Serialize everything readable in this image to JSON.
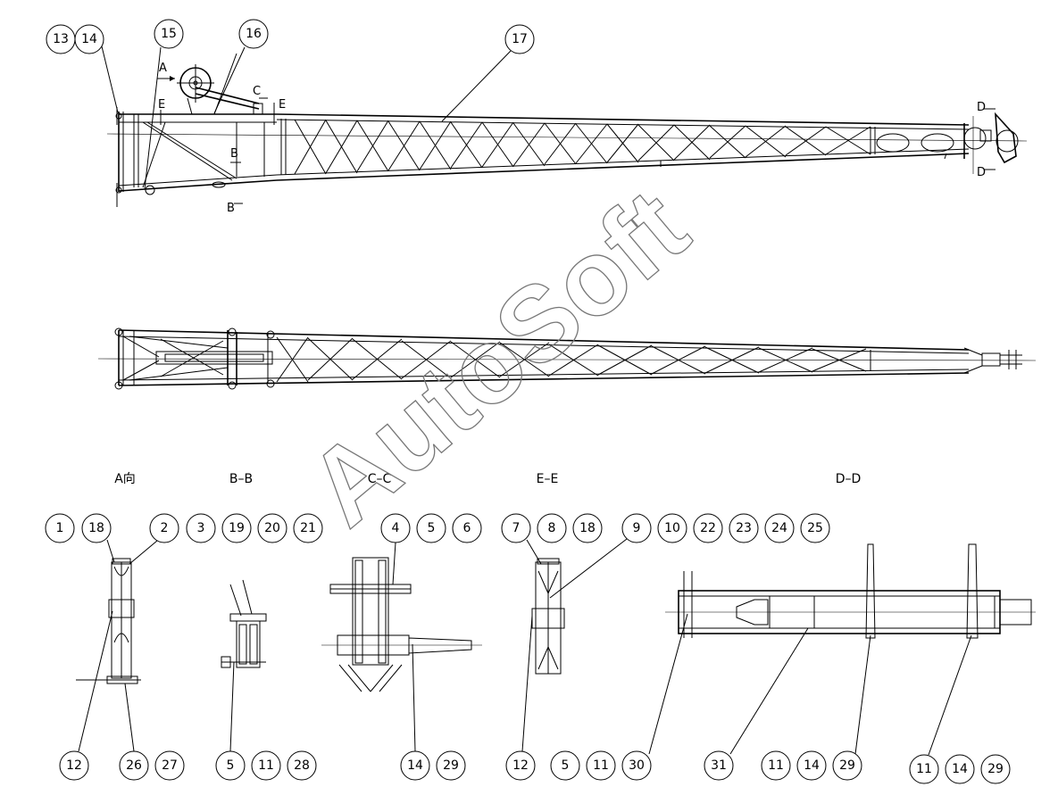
{
  "view_labels": {
    "view_a": "A",
    "section_b": "B",
    "section_c": "C",
    "section_e": "E",
    "section_d": "D"
  },
  "section_titles": {
    "a": "A向",
    "b": "B–B",
    "c": "C–C",
    "e": "E–E",
    "d": "D–D"
  },
  "watermark": "AutoSoft",
  "balloons_top": [
    "13",
    "14",
    "15",
    "16",
    "17"
  ],
  "balloons_row_upper": [
    "1",
    "18",
    "2",
    "3",
    "19",
    "20",
    "21",
    "4",
    "5",
    "6",
    "7",
    "8",
    "18",
    "9",
    "10",
    "22",
    "23",
    "24",
    "25"
  ],
  "balloons_row_lower": [
    "12",
    "26",
    "27",
    "5",
    "11",
    "28",
    "14",
    "29",
    "12",
    "5",
    "11",
    "30",
    "31",
    "11",
    "14",
    "29",
    "11",
    "14",
    "29"
  ]
}
